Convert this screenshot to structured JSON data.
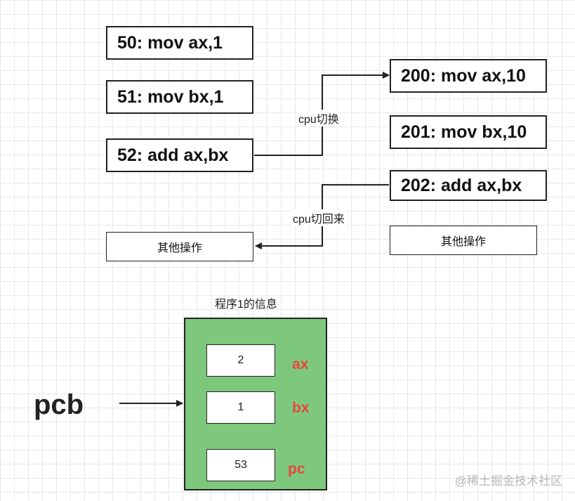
{
  "program1": {
    "lines": [
      "50: mov ax,1",
      "51: mov bx,1",
      "52: add ax,bx"
    ],
    "other": "其他操作"
  },
  "program2": {
    "lines": [
      "200: mov ax,10",
      "201: mov bx,10",
      "202: add ax,bx"
    ],
    "other": "其他操作"
  },
  "labels": {
    "switch": "cpu切换",
    "switch_back": "cpu切回来",
    "pcb_title": "程序1的信息",
    "pcb": "pcb"
  },
  "registers": [
    {
      "name": "ax",
      "value": "2"
    },
    {
      "name": "bx",
      "value": "1"
    },
    {
      "name": "pc",
      "value": "53"
    }
  ],
  "watermark": "@稀土掘金技术社区",
  "colors": {
    "pcb_fill": "#7ec87e",
    "register_name": "#e8473a"
  }
}
